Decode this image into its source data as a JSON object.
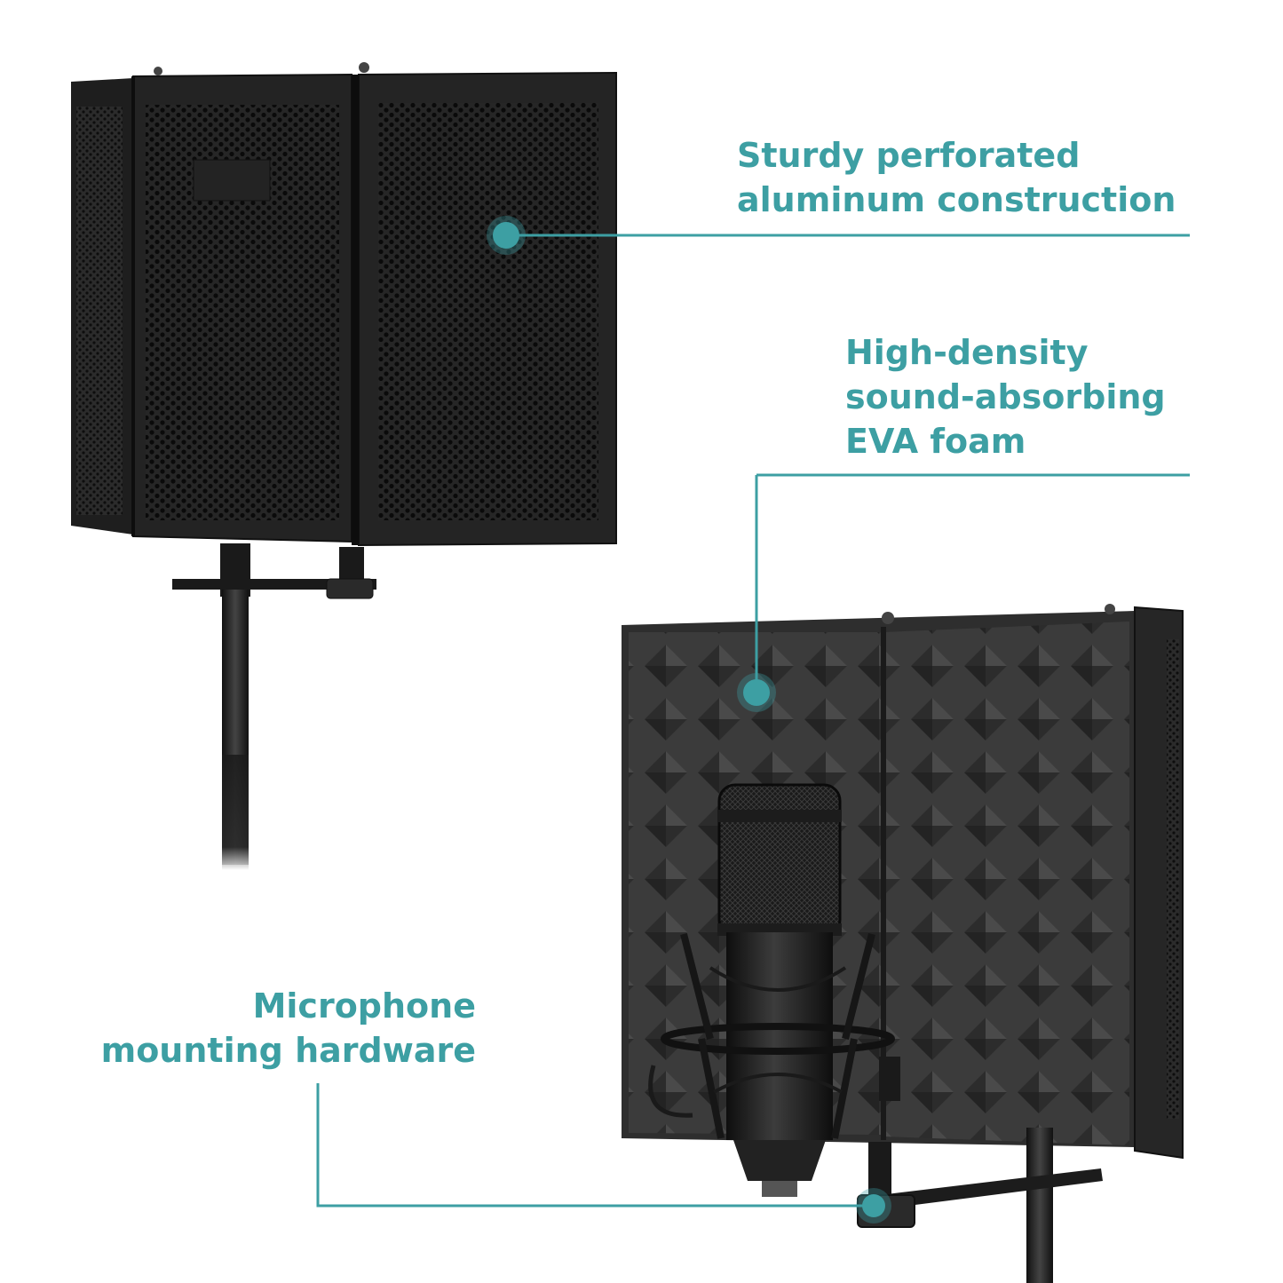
{
  "callouts": {
    "aluminum": {
      "line1": "Sturdy perforated",
      "line2": "aluminum construction"
    },
    "foam": {
      "line1": "High-density",
      "line2": "sound-absorbing",
      "line3": "EVA foam"
    },
    "mount": {
      "line1": "Microphone",
      "line2": "mounting hardware"
    }
  },
  "colors": {
    "accent": "#3d9fa3",
    "panel_metal": "#2a2a2a",
    "foam": "#3a3a3a",
    "background": "#ffffff"
  }
}
